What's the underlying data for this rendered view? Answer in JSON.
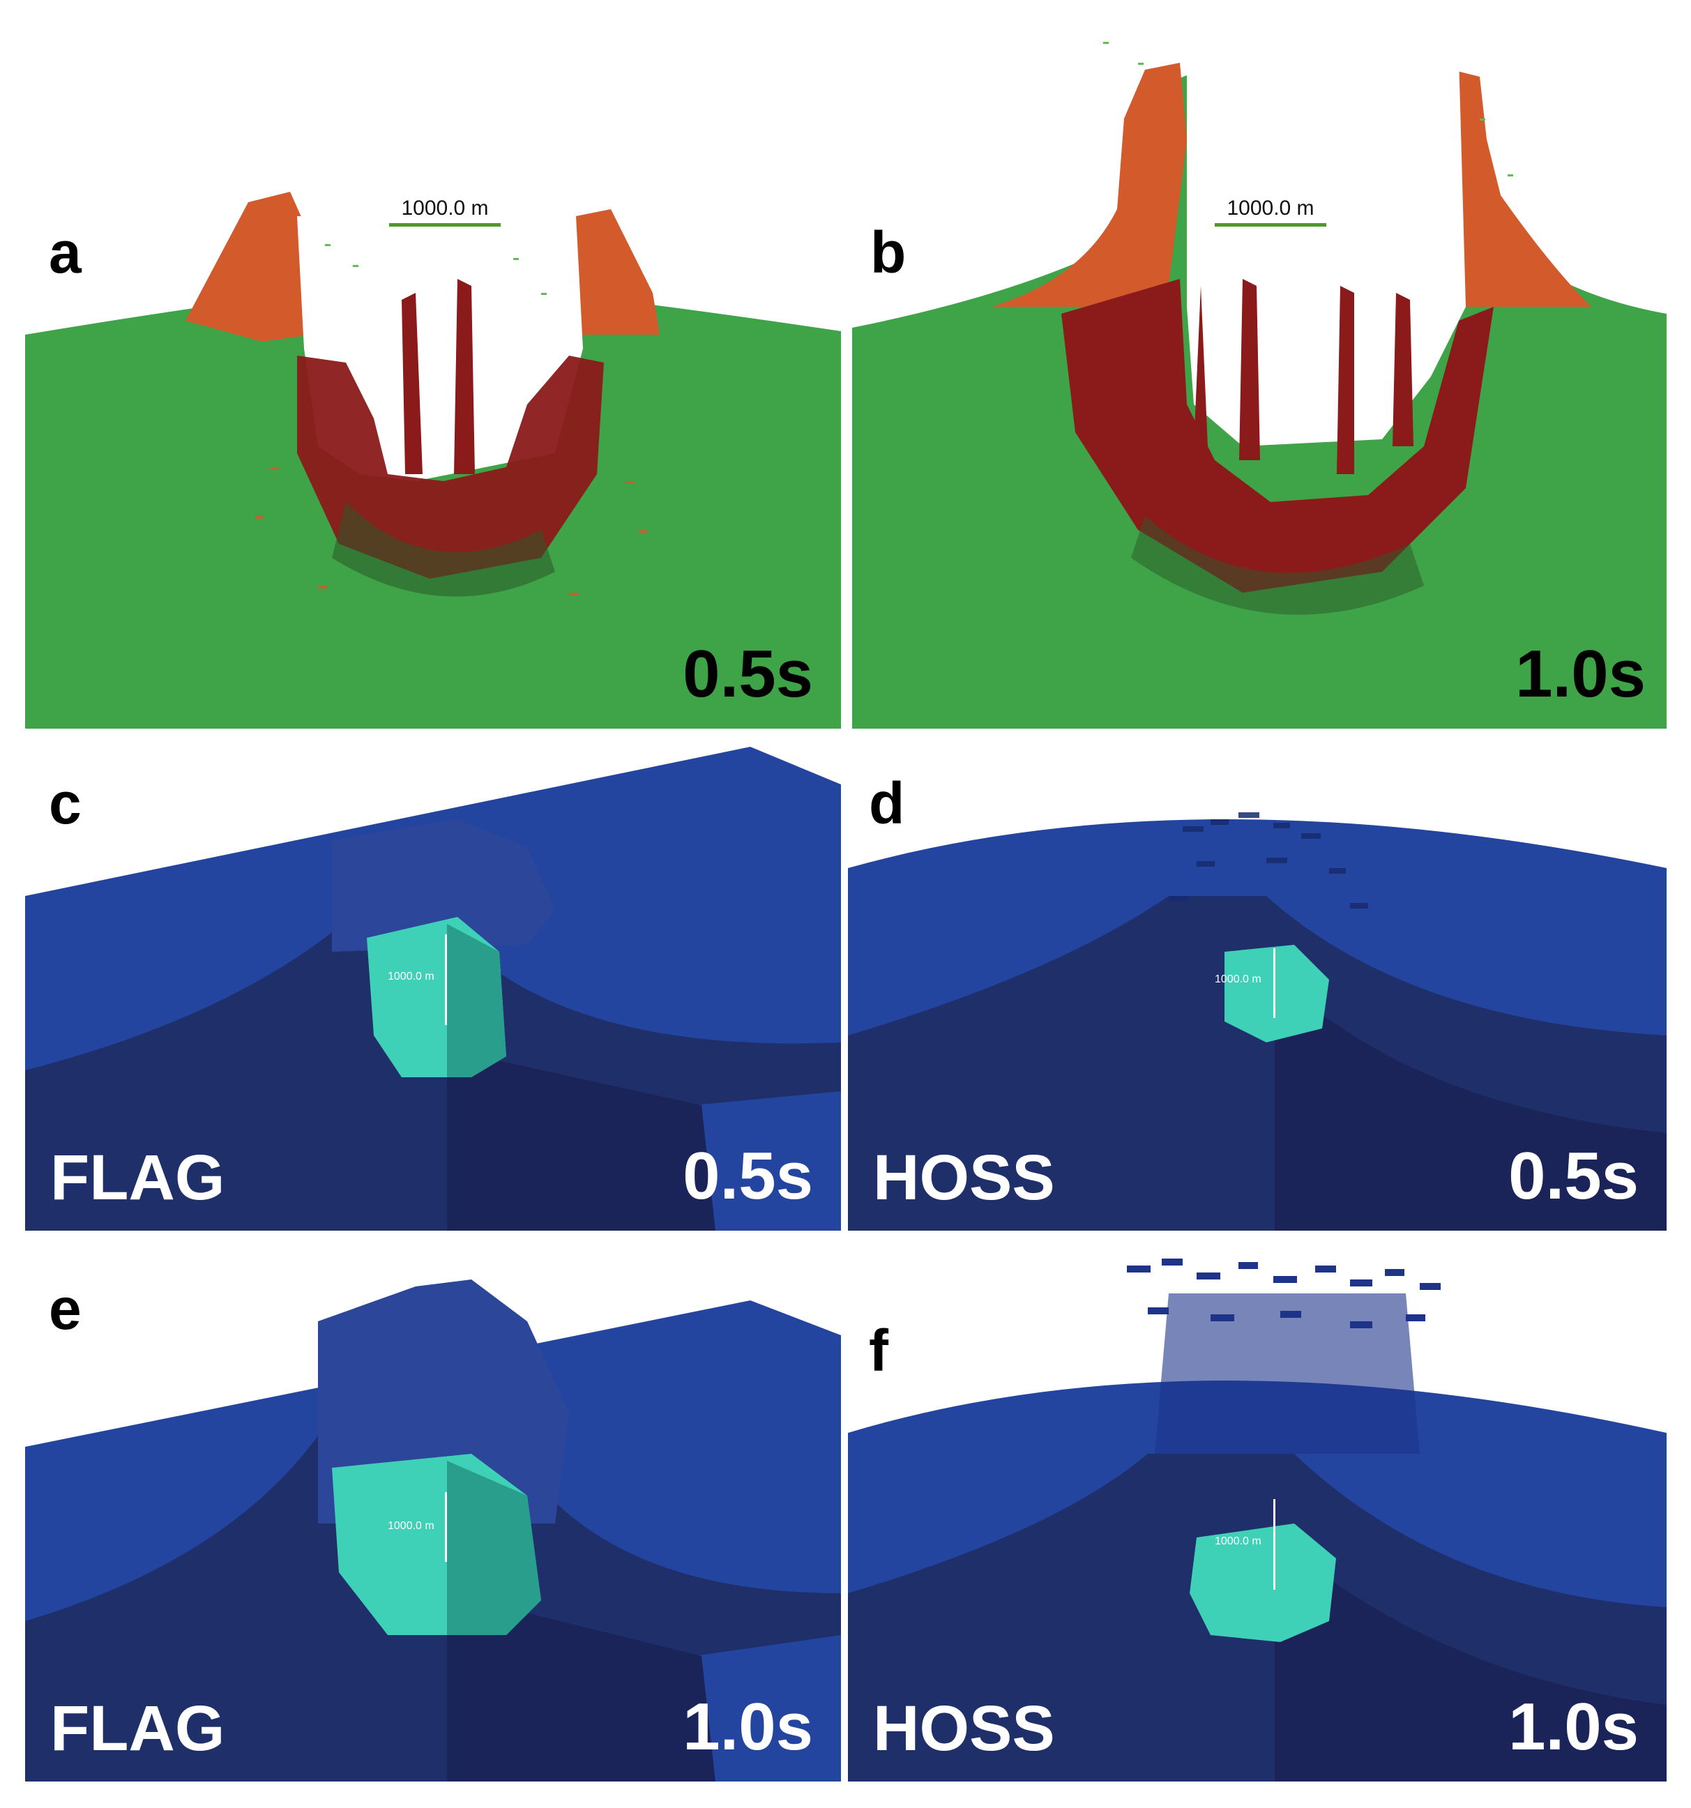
{
  "panels": {
    "a": {
      "letter": "a",
      "time": "0.5s",
      "scale": "1000.0 m"
    },
    "b": {
      "letter": "b",
      "time": "1.0s",
      "scale": "1000.0 m"
    },
    "c": {
      "letter": "c",
      "time": "0.5s",
      "code": "FLAG",
      "scale": "1000.0 m"
    },
    "d": {
      "letter": "d",
      "time": "0.5s",
      "code": "HOSS",
      "scale": "1000.0 m"
    },
    "e": {
      "letter": "e",
      "time": "1.0s",
      "code": "FLAG",
      "scale": "1000.0 m"
    },
    "f": {
      "letter": "f",
      "time": "1.0s",
      "code": "HOSS",
      "scale": "1000.0 m"
    }
  },
  "colors": {
    "ground": "#3fa347",
    "ejecta": "#d35a2a",
    "damage": "#8b1a1a",
    "top_surface": "#2345a0",
    "cut_face": "#1f2f6a",
    "fragments": "#3fd1b8"
  }
}
